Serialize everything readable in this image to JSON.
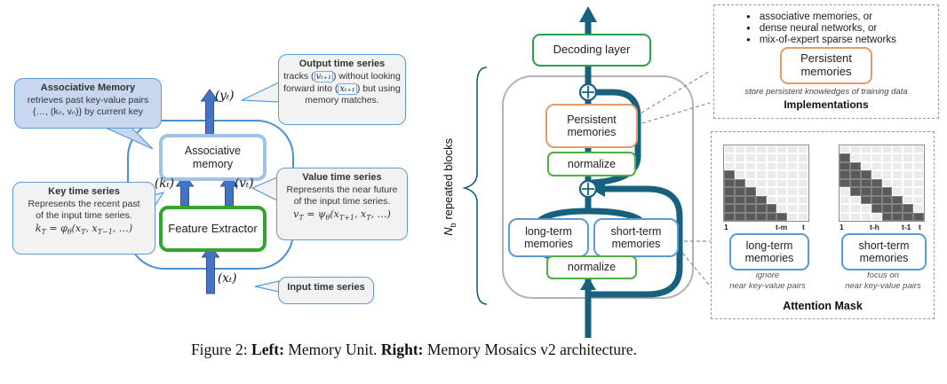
{
  "palette": {
    "teal": "#17607E",
    "arrow_blue": "#4472C4",
    "blue_border": "#5B9BD5",
    "light_blue_fill": "#C7D7F0",
    "green": "#27A347",
    "feature_green": "#35A42C",
    "normalize_green": "#4FAF46",
    "orange": "#E59A6D",
    "gray_fill": "#F2F2F2",
    "mask_dark": "#5A5A5A",
    "mask_light": "#EBEBEB"
  },
  "left_diagram": {
    "associative_memory_box": {
      "line1": "Associative",
      "line2": "memory"
    },
    "feature_extractor_box": "Feature Extractor",
    "signal_labels": {
      "y": "(yₜ)",
      "k": "(kₜ)",
      "v": "(vₜ)",
      "x": "(xₜ)"
    },
    "callout_associative": {
      "title": "Associative Memory",
      "line1": "retrieves past key-value pairs",
      "line2": "{…, (kₙ, vₙ)} by current key"
    },
    "callout_output": {
      "title": "Output time series",
      "seg1": "tracks (",
      "tok1": "vₜ₊₁",
      "seg2": ") without looking forward into (",
      "tok2": "xₜ₊₁",
      "seg3": ") but using memory matches."
    },
    "callout_key": {
      "title": "Key time series",
      "line1": "Represents the recent past",
      "line2": "of the input time series.",
      "formula": {
        "v": "k",
        "vs": "T",
        "eq": " = φ",
        "es": "θ",
        "f1": "(x",
        "f1s": "T",
        "f2": ", x",
        "f2s": "T−1",
        "f3": ", …)"
      }
    },
    "callout_value": {
      "title": "Value time series",
      "line1": "Represents the near future",
      "line2": "of the input time series.",
      "formula": {
        "v": "v",
        "vs": "T",
        "eq": " = ψ",
        "es": "θ",
        "f1": "(x",
        "f1s": "T+1",
        "f2": ", x",
        "f2s": "T",
        "f3": ", …)"
      }
    },
    "callout_input": "Input time series"
  },
  "right_diagram": {
    "decoding_layer": "Decoding layer",
    "persistent_memories": {
      "line1": "Persistent",
      "line2": "memories"
    },
    "normalize_top": "normalize",
    "long_term": {
      "line1": "long-term",
      "line2": "memories"
    },
    "short_term": {
      "line1": "short-term",
      "line2": "memories"
    },
    "normalize_bottom": "normalize",
    "repeat_label": {
      "n": "N",
      "sub": "b",
      "rest": " repeated blocks"
    }
  },
  "implementations_panel": {
    "bullet": "●",
    "bullets": [
      "associative memories, or",
      "dense neural networks, or",
      "mix-of-expert sparse networks"
    ],
    "persistent_box": {
      "line1": "Persistent",
      "line2": "memories"
    },
    "note": "store persistent knowledges of training data",
    "title": "Implementations"
  },
  "attention_panel": {
    "title": "Attention Mask",
    "long": {
      "mask_rows": [
        "00000000",
        "00000000",
        "00000000",
        "10000000",
        "11000000",
        "11100000",
        "11110000",
        "11111000",
        "11111100"
      ],
      "ticks": [
        "1",
        "t-m",
        "t"
      ],
      "box": {
        "line1": "long-term",
        "line2": "memories"
      },
      "note1": "ignore",
      "note2": "near key-value pairs"
    },
    "short": {
      "mask_rows": [
        "00000000",
        "10000000",
        "11000000",
        "11100000",
        "11110000",
        "01111000",
        "00111100",
        "00011110",
        "00001111"
      ],
      "ticks": [
        "1",
        "t-h",
        "t-1",
        "t"
      ],
      "box": {
        "line1": "short-term",
        "line2": "memories"
      },
      "note1": "focus on",
      "note2": "near key-value pairs"
    }
  },
  "caption": {
    "prefix": "Figure 2: ",
    "left_bold": "Left:",
    "left_text": " Memory Unit. ",
    "right_bold": "Right:",
    "right_text": " Memory Mosaics v2 architecture."
  }
}
